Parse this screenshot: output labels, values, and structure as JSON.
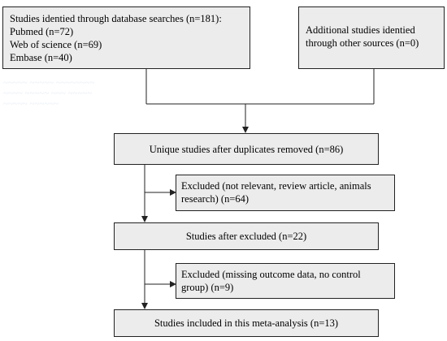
{
  "search_box": {
    "lines": [
      "Studies identied through database searches (n=181):",
      "Pubmed (n=72)",
      "Web of science (n=69)",
      "Embase (n=40)"
    ]
  },
  "other_sources_box": {
    "lines": [
      "Additional studies identied",
      "through other sources (n=0)"
    ]
  },
  "unique_box": {
    "label": "Unique studies after duplicates removed (n=86)"
  },
  "excluded_1_box": {
    "lines": [
      "Excluded (not relevant, review article, animals",
      "research) (n=64)"
    ]
  },
  "after_excluded_box": {
    "label": "Studies  after excluded (n=22)"
  },
  "excluded_2_box": {
    "lines": [
      "Excluded (missing outcome data, no control",
      "group) (n=9)"
    ]
  },
  "included_box": {
    "label": "Studies included in this meta-analysis  (n=13)"
  },
  "colors": {
    "box_fill": "#ececec",
    "border": "#222222",
    "line": "#222222"
  }
}
